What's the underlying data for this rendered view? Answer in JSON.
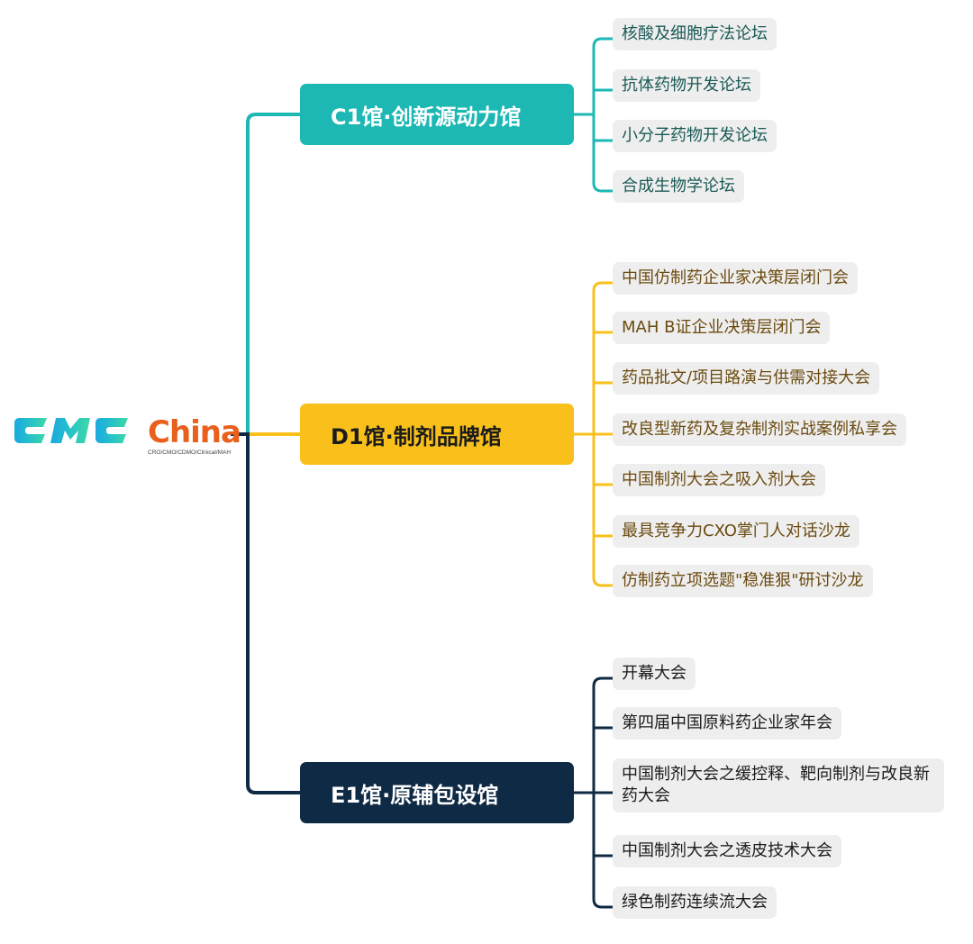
{
  "logo": {
    "brand_left": "CMC",
    "brand_right": "China",
    "tagline": "CRO/CMO/CDMO/Clinical/MAH"
  },
  "colors": {
    "c_hall": "#1db8b4",
    "d_hall": "#f9c01c",
    "e_hall": "#0f2a44",
    "forum_bg": "#eeeeee"
  },
  "halls": [
    {
      "label": "C1馆·创新源动力馆",
      "forums": [
        "核酸及细胞疗法论坛",
        "抗体药物开发论坛",
        "小分子药物开发论坛",
        "合成生物学论坛"
      ]
    },
    {
      "label": "D1馆·制剂品牌馆",
      "forums": [
        "中国仿制药企业家决策层闭门会",
        "MAH B证企业决策层闭门会",
        "药品批文/项目路演与供需对接大会",
        "改良型新药及复杂制剂实战案例私享会",
        "中国制剂大会之吸入剂大会",
        "最具竞争力CXO掌门人对话沙龙",
        "仿制药立项选题\"稳准狠\"研讨沙龙"
      ]
    },
    {
      "label": "E1馆·原辅包设馆",
      "forums": [
        "开幕大会",
        "第四届中国原料药企业家年会",
        "中国制剂大会之缓控释、靶向制剂与改良新药大会",
        "中国制剂大会之透皮技术大会",
        "绿色制药连续流大会"
      ]
    }
  ]
}
